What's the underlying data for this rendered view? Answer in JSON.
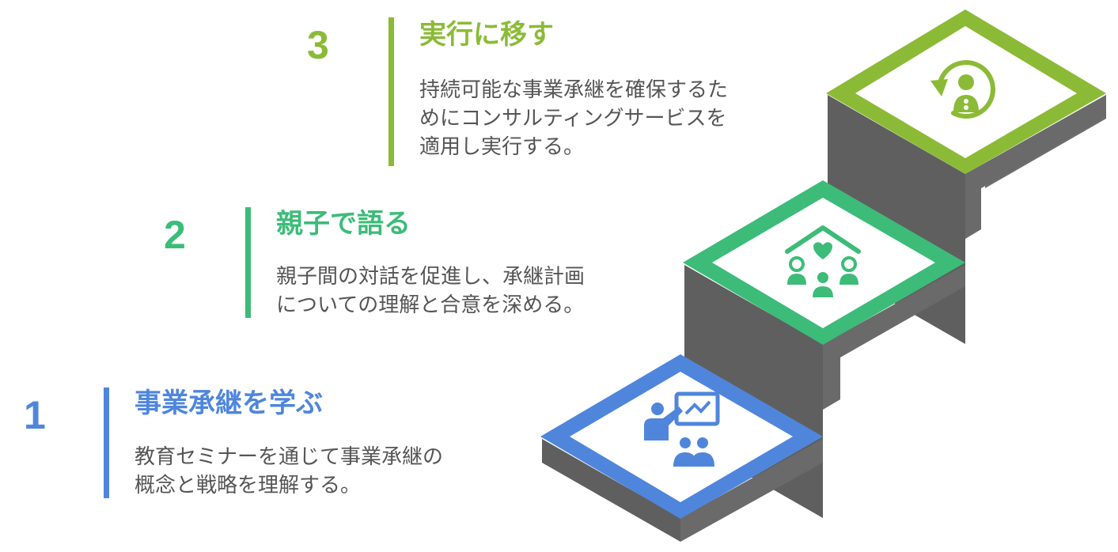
{
  "colors": {
    "step1": "#4f86dc",
    "step2": "#3cbc78",
    "step3": "#8bbb36",
    "riser": "#6b6b6b",
    "riser_dark": "#5a5a5a",
    "text": "#555555"
  },
  "steps": [
    {
      "number": "1",
      "title": "事業承継を学ぶ",
      "description_lines": [
        "教育セミナーを通じて事業承継の",
        "概念と戦略を理解する。"
      ],
      "icon": "seminar-presentation-icon"
    },
    {
      "number": "2",
      "title": "親子で語る",
      "description_lines": [
        "親子間の対話を促進し、承継計画",
        "についての理解と合意を深める。"
      ],
      "icon": "family-house-heart-icon"
    },
    {
      "number": "3",
      "title": "実行に移す",
      "description_lines": [
        "持続可能な事業承継を確保するた",
        "めにコンサルティングサービスを",
        "適用し実行する。"
      ],
      "icon": "person-cycle-icon"
    }
  ]
}
